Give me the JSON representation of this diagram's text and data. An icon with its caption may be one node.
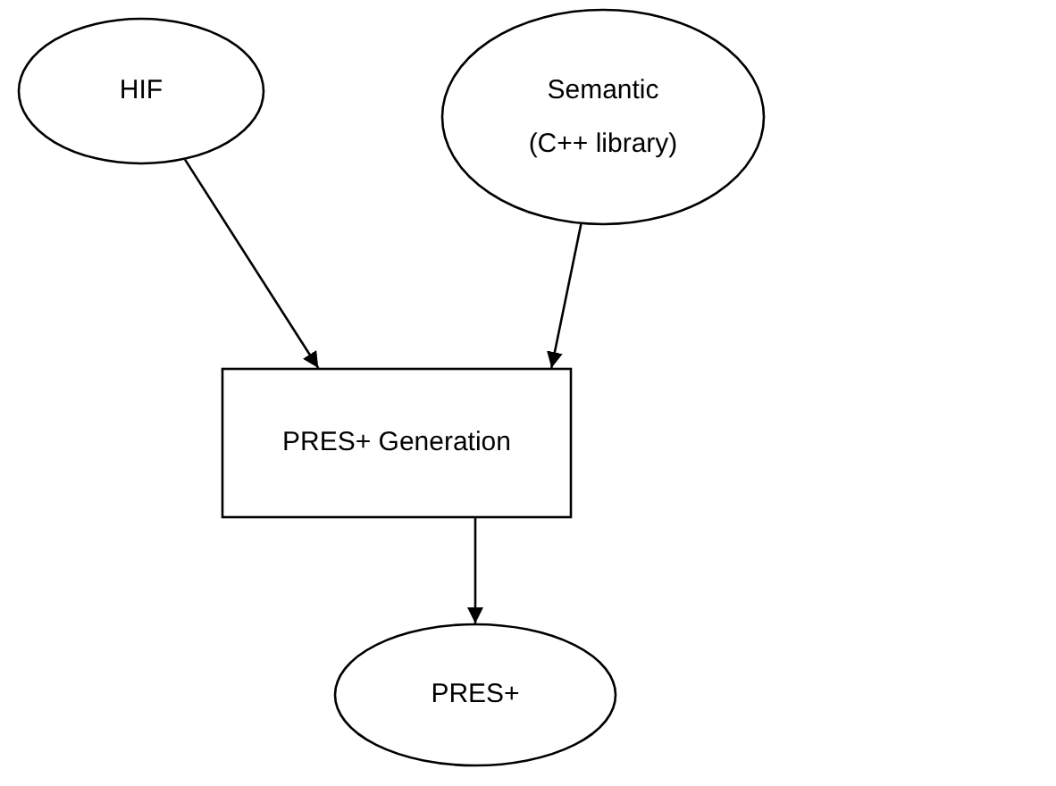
{
  "diagram": {
    "nodes": [
      {
        "text": [
          "HIF"
        ]
      },
      {
        "text": [
          "Semantic (C++ library)"
        ]
      },
      {
        "text": [
          "PRES+ Generation"
        ]
      },
      {
        "text": [
          "PRES+"
        ]
      }
    ],
    "edges": [
      {
        "from": 0,
        "to": 2,
        "arrow": "to"
      },
      {
        "from": 1,
        "to": 2,
        "arrow": "to"
      },
      {
        "from": 2,
        "to": 3,
        "arrow": "to"
      }
    ]
  }
}
